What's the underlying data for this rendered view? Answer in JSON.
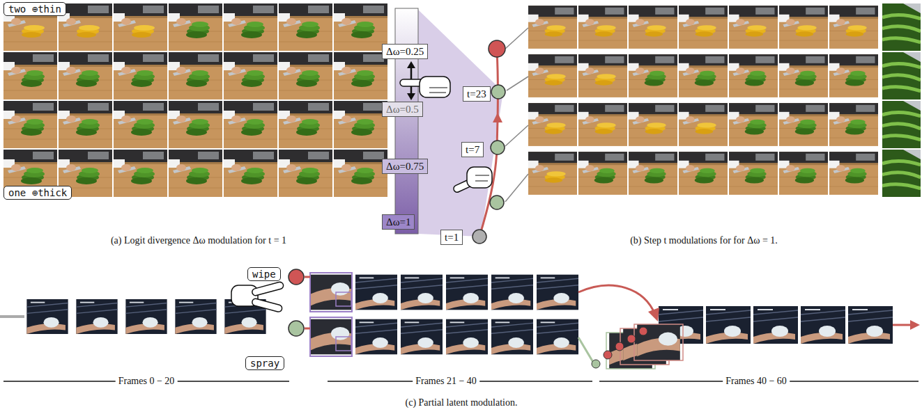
{
  "diagram": {
    "nodes": [
      {
        "text": [
          "two ⊕thin"
        ]
      },
      {
        "text": [
          "Δω=0.25"
        ]
      },
      {
        "text": [
          "Δω=0.5"
        ]
      },
      {
        "text": [
          "Δω=0.75"
        ]
      },
      {
        "text": [
          "Δω=1"
        ]
      },
      {
        "text": [
          "one ⊕thick"
        ]
      },
      {
        "text": [
          "t=23"
        ]
      },
      {
        "text": [
          "t=7"
        ]
      },
      {
        "text": [
          "t=1"
        ]
      },
      {
        "text": [
          "wipe"
        ]
      },
      {
        "text": [
          "spray"
        ]
      }
    ],
    "labels": [
      "(a) Logit divergence Δω modulation for t = 1",
      "(b) Step t modulations for for Δω = 1.",
      "Frames 0 − 20",
      "Frames 21 − 40",
      "Frames 40 − 60",
      "(c) Partial latent modulation."
    ]
  }
}
